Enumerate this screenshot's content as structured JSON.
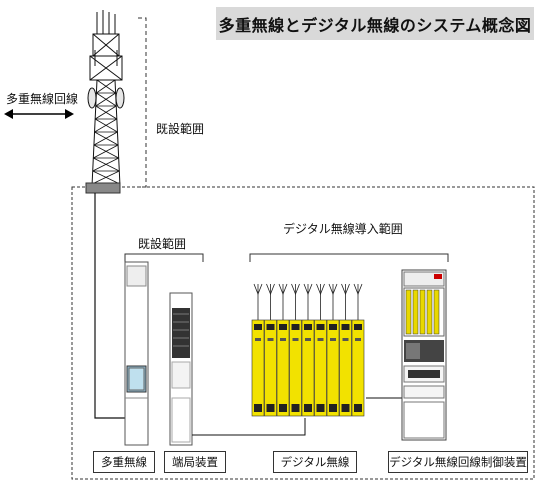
{
  "title": "多重無線とデジタル無線のシステム概念図",
  "labels": {
    "multiplex_link": "多重無線回線",
    "existing_range_tower": "既設範囲",
    "existing_range": "既設範囲",
    "digital_range": "デジタル無線導入範囲"
  },
  "equipment": {
    "multiplex_radio": "多重無線",
    "terminal_station": "端局装置",
    "digital_radio": "デジタル無線",
    "digital_controller": "デジタル無線回線制御装置"
  },
  "colors": {
    "digital_radio_yellow": "#f2e200",
    "title_bg": "#d9d9d9"
  },
  "icons": [
    "radio-tower-icon",
    "double-arrow-icon"
  ]
}
